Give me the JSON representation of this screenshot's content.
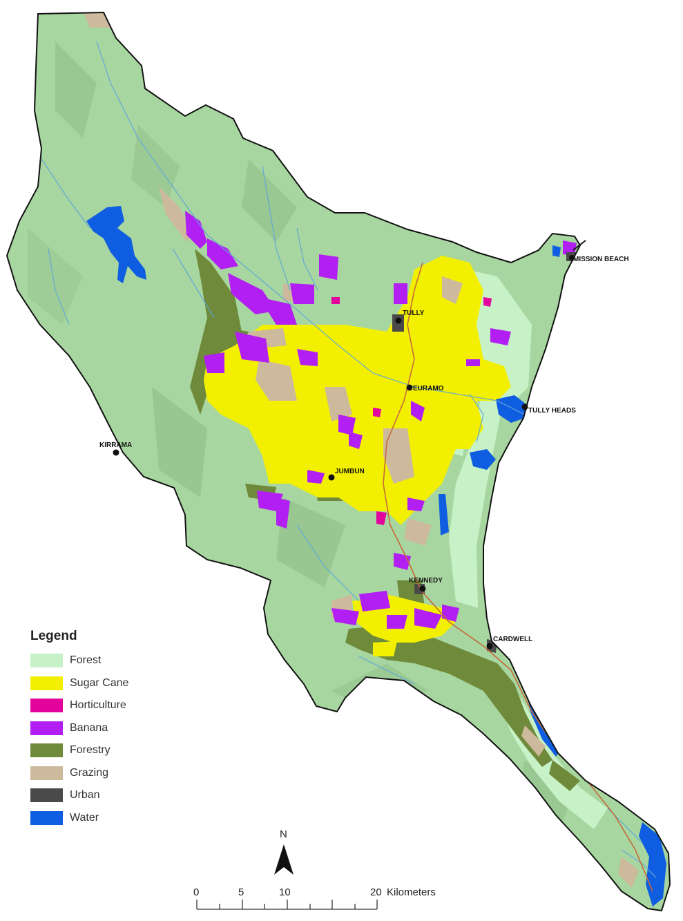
{
  "legend": {
    "title": "Legend",
    "items": [
      {
        "label": "Forest",
        "color": "#c7f2c7"
      },
      {
        "label": "Sugar Cane",
        "color": "#f2f000"
      },
      {
        "label": "Horticulture",
        "color": "#e2049c"
      },
      {
        "label": "Banana",
        "color": "#b21ff2"
      },
      {
        "label": "Forestry",
        "color": "#6e8a3a"
      },
      {
        "label": "Grazing",
        "color": "#cdb99c"
      },
      {
        "label": "Urban",
        "color": "#4a4a4a"
      },
      {
        "label": "Water",
        "color": "#0f5de0"
      }
    ]
  },
  "towns": {
    "mission_beach": "MISSION BEACH",
    "tully": "TULLY",
    "euramo": "EURAMO",
    "tully_heads": "TULLY HEADS",
    "kirrama": "KIRRAMA",
    "jumbun": "JUMBUN",
    "kennedy": "KENNEDY",
    "cardwell": "CARDWELL"
  },
  "north_arrow": {
    "label": "N"
  },
  "scale_bar": {
    "ticks": [
      "0",
      "5",
      "10",
      "20"
    ],
    "unit": "Kilometers"
  },
  "colors": {
    "catchment_fill": "#a8d6a0",
    "boundary": "#111111",
    "river": "#5fa7d8",
    "road": "#c46a3a"
  }
}
